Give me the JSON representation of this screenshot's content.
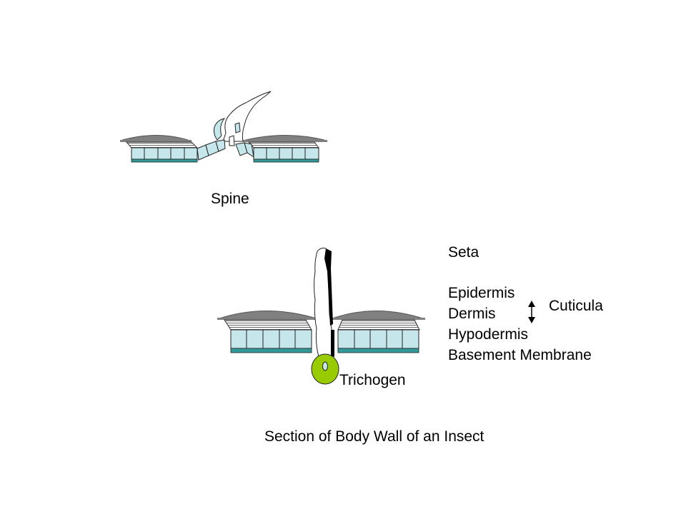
{
  "labels": {
    "spine": "Spine",
    "seta": "Seta",
    "epidermis": "Epidermis",
    "dermis": "Dermis",
    "hypodermis": "Hypodermis",
    "basement_membrane": "Basement Membrane",
    "cuticula": "Cuticula",
    "trichogen": "Trichogen",
    "caption": "Section of Body Wall of an Insect"
  },
  "colors": {
    "cuticle_cap": "#808080",
    "cell_fill": "#c5e7ec",
    "basement": "#339999",
    "trichogen": "#99cc00",
    "seta_dark": "#000000"
  }
}
